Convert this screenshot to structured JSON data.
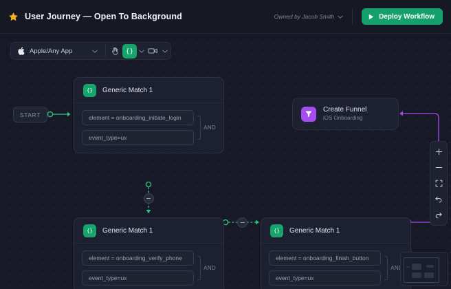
{
  "header": {
    "star_icon": "star-icon",
    "title": "User Journey — Open To Background",
    "owner_label": "Owned by Jacob Smith",
    "owner_chevron_icon": "chevron-down-icon",
    "deploy_label": "Deploy Workflow",
    "deploy_play_icon": "play-icon",
    "accent_green": "#13a06a"
  },
  "toolbar": {
    "apple_icon": "apple-icon",
    "app_select_value": "Apple/Any App",
    "app_select_chevron_icon": "chevron-down-icon",
    "hand_tool_icon": "hand-icon",
    "code_tool_icon": "code-brackets-icon",
    "code_tool_chevron_icon": "chevron-down-icon",
    "video_tool_icon": "video-camera-icon",
    "video_tool_chevron_icon": "chevron-down-icon",
    "active_tool": "code-brackets",
    "active_color": "#16a36c"
  },
  "canvas": {
    "start_node": {
      "label": "START"
    },
    "nodes": [
      {
        "id": "generic-match-1-top",
        "badge_icon": "code-brackets-icon",
        "title": "Generic Match 1",
        "conditions": [
          "element = onboarding_initiate_login",
          "event_type=ux"
        ],
        "operator": "AND"
      },
      {
        "id": "generic-match-1-bottom-left",
        "badge_icon": "code-brackets-icon",
        "title": "Generic Match 1",
        "conditions": [
          "element = onboarding_verify_phone",
          "event_type=ux"
        ],
        "operator": "AND"
      },
      {
        "id": "generic-match-1-bottom-right",
        "badge_icon": "code-brackets-icon",
        "title": "Generic Match 1",
        "conditions": [
          "element = onboarding_finish_button",
          "event_type=ux"
        ],
        "operator": "AND"
      }
    ],
    "funnel_node": {
      "badge_icon": "funnel-icon",
      "title": "Create Funnel",
      "subtitle": "iOS Onboarding",
      "accent_purple": "#a44ef0"
    },
    "edge_collapse_icon": "minus-icon",
    "edge_color_green": "#2fbf7f",
    "edge_color_purple": "#a44ef0"
  },
  "zoom_toolbar": {
    "zoom_in_icon": "plus-icon",
    "zoom_out_icon": "minus-icon",
    "fit_screen_icon": "fit-screen-icon",
    "undo_icon": "undo-arrow-icon",
    "redo_icon": "redo-arrow-icon"
  },
  "minimap": {
    "name": "minimap"
  }
}
